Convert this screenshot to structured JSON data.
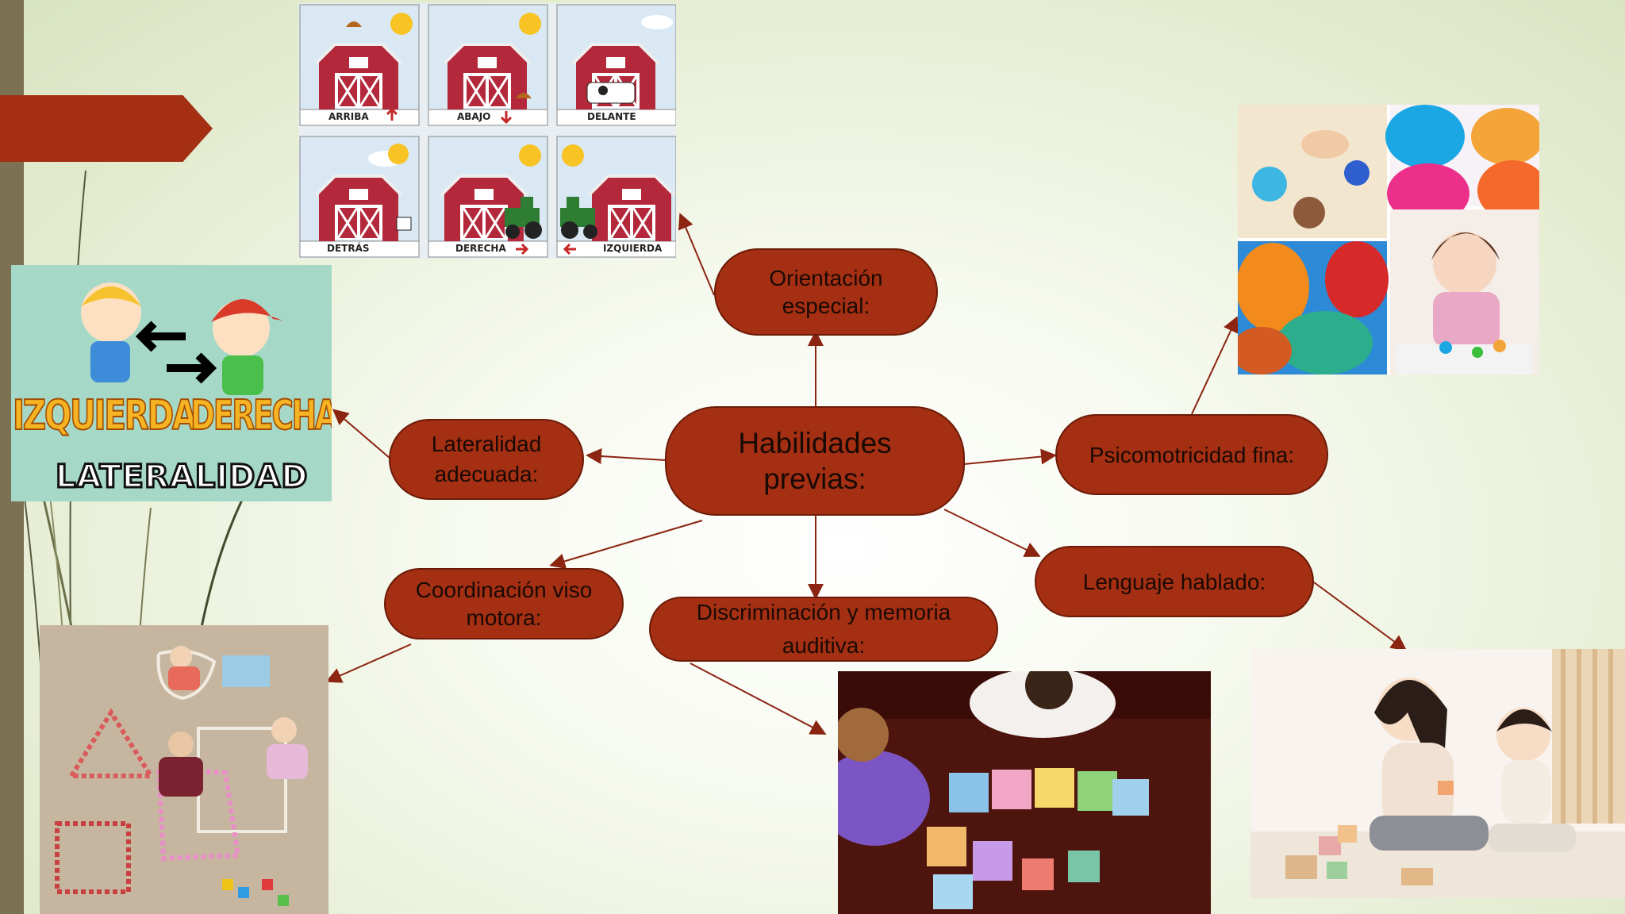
{
  "nodes": {
    "center": {
      "line1": "Habilidades",
      "line2": "previas:"
    },
    "orientacion": {
      "line1": "Orientación",
      "line2": "especial:"
    },
    "lateralidad": {
      "line1": "Lateralidad",
      "line2": "adecuada:"
    },
    "psicomotricidad": {
      "label": "Psicomotricidad fina:"
    },
    "lenguaje": {
      "label": "Lenguaje hablado:"
    },
    "coordinacion": {
      "line1": "Coordinación viso",
      "line2": "motora:"
    },
    "discriminacion": {
      "line1": "Discriminación y memoria",
      "line2": "auditiva:"
    }
  },
  "barn_labels": [
    "ARRIBA",
    "ABAJO",
    "DELANTE",
    "DETRÁS",
    "DERECHA",
    "IZQUIERDA"
  ],
  "lateralidad_image": {
    "left_word": "IZQUIERDA",
    "right_word": "DERECHA",
    "title": "LATERALIDAD"
  },
  "colors": {
    "node_fill": "#a52f12",
    "node_border": "#6b1b08",
    "connector": "#8b2410",
    "banner": "#a52f12",
    "sidebar": "#7a7253"
  },
  "icons": [
    "left-arrow-icon",
    "right-arrow-icon",
    "up-arrow-icon",
    "down-arrow-icon",
    "sun-icon",
    "cloud-icon",
    "tractor-icon",
    "hen-icon",
    "cow-icon"
  ]
}
